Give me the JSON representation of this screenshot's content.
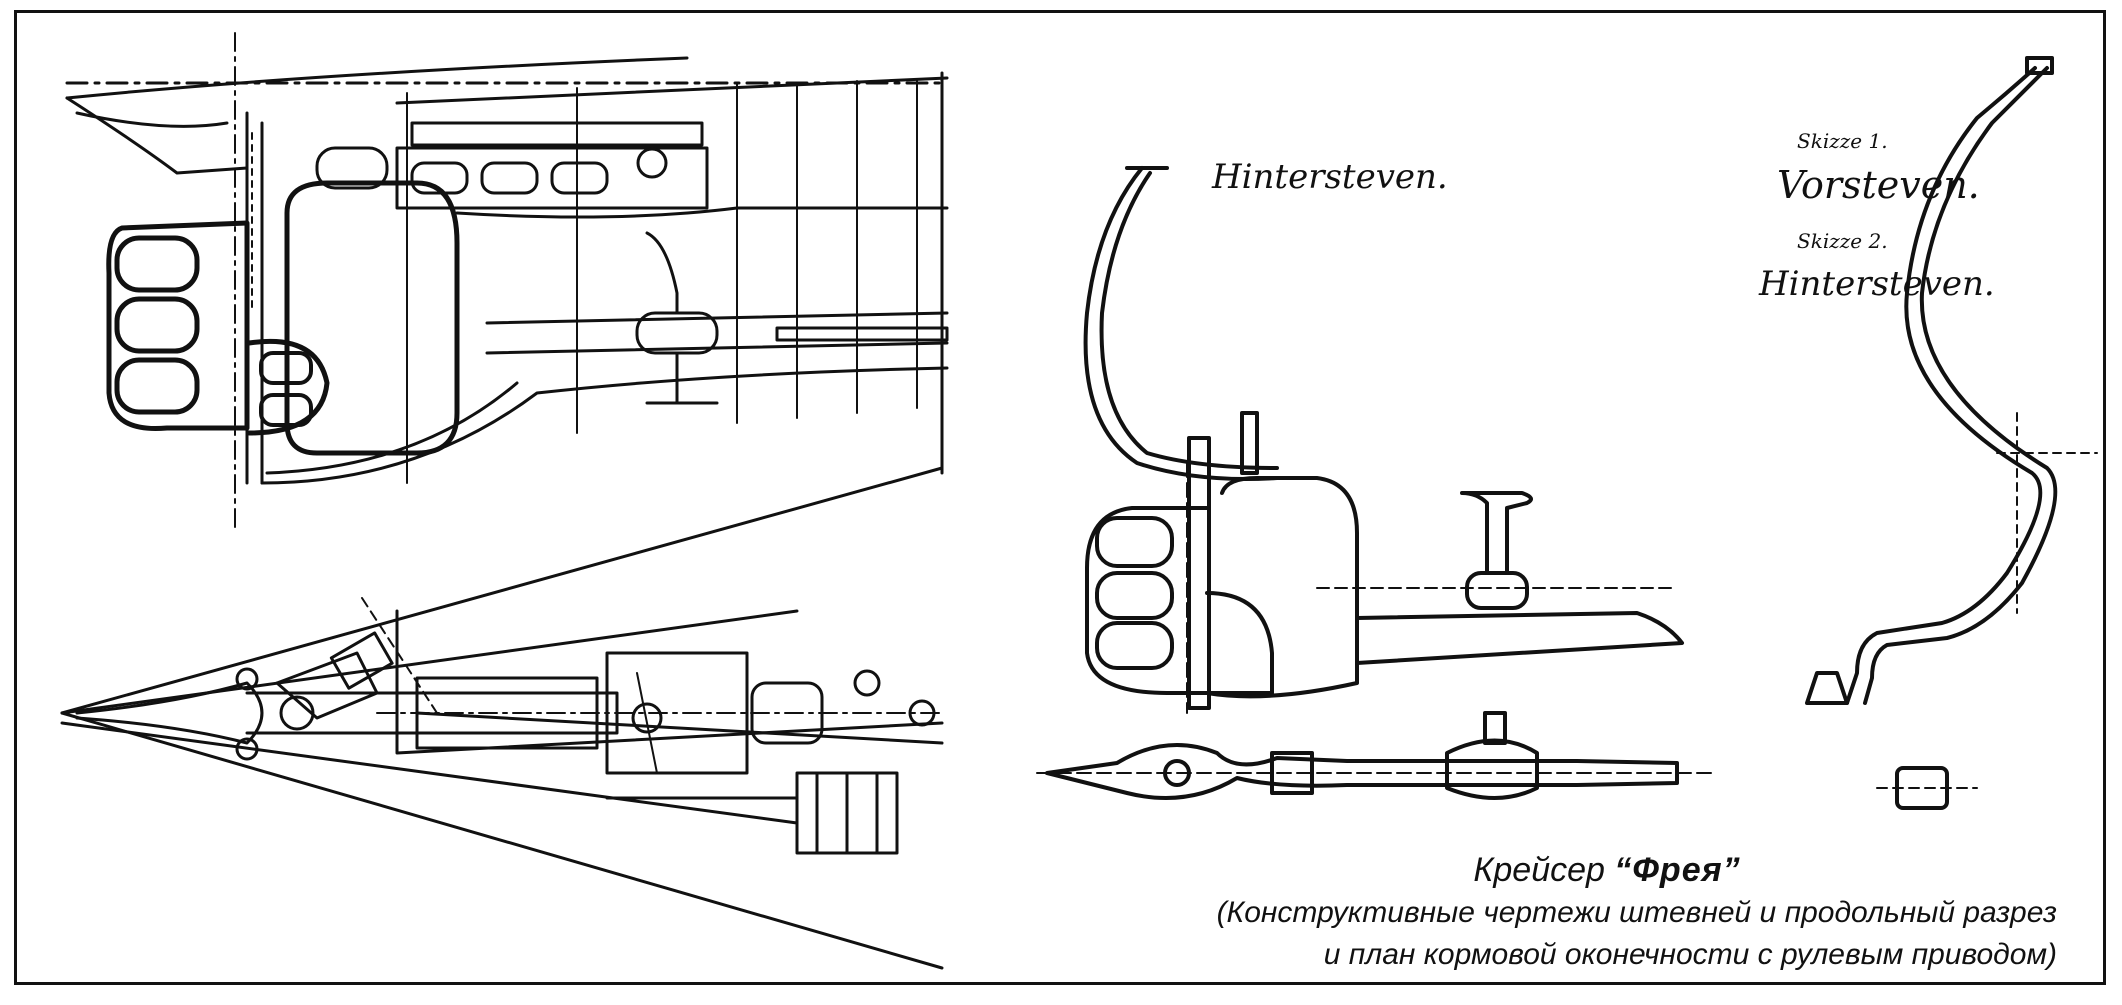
{
  "labels": {
    "hintersteven_left": "Hintersteven.",
    "skizze1": "Skizze 1.",
    "vorsteven": "Vorsteven.",
    "skizze2": "Skizze 2.",
    "hintersteven_right": "Hintersteven."
  },
  "caption": {
    "title_prefix": "Крейсер",
    "title_name": "“Фрея”",
    "line1": "(Конструктивные чертежи штевней и продольный разрез",
    "line2": "и план кормовой оконечности с рулевым приводом)"
  }
}
